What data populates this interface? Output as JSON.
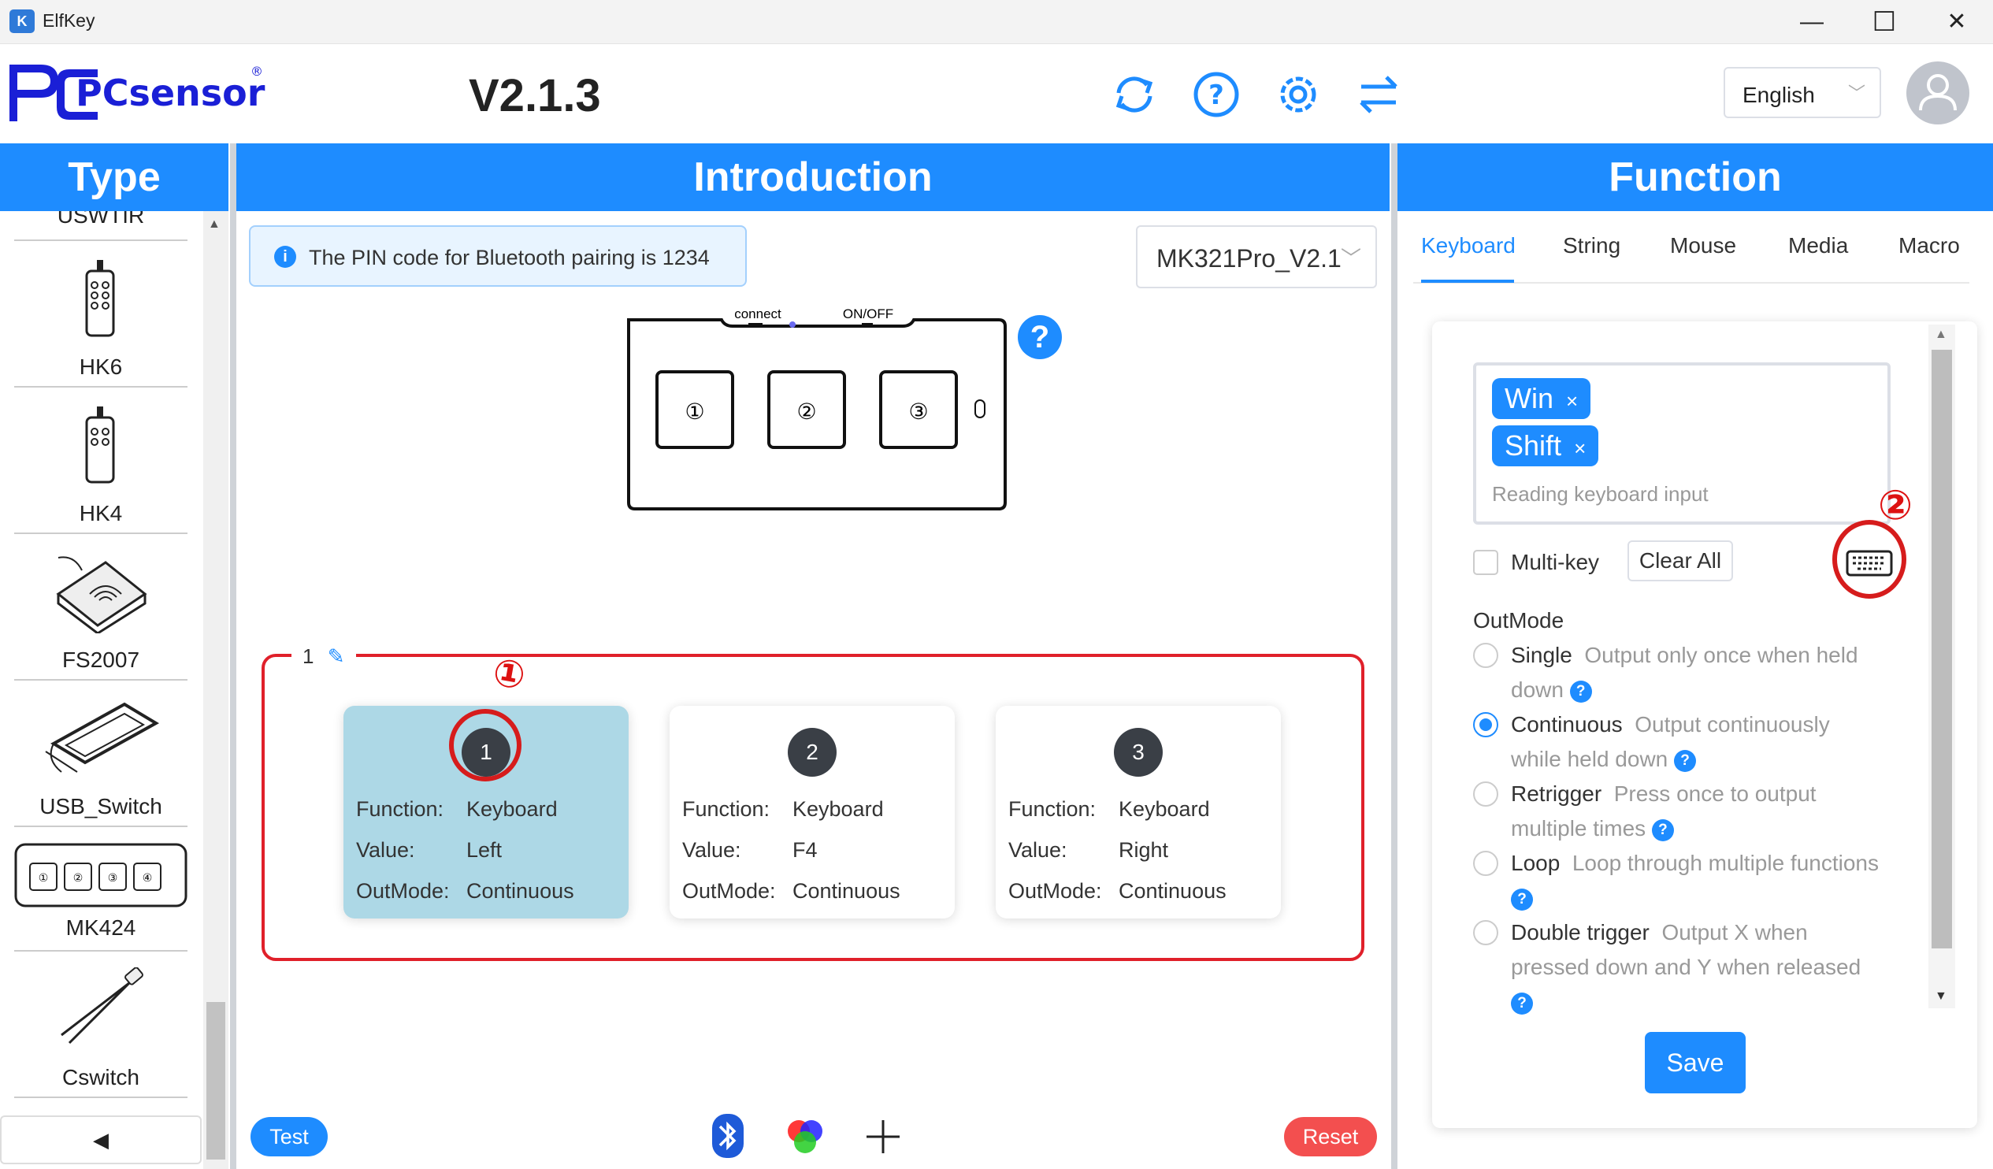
{
  "window": {
    "title": "ElfKey",
    "app_icon": "K",
    "minimize": "—",
    "maximize": "☐",
    "close": "✕"
  },
  "header": {
    "logo": "PCsensor",
    "version": "V2.1.3",
    "language": "English"
  },
  "panels": {
    "left_title": "Type",
    "center_title": "Introduction",
    "right_title": "Function"
  },
  "sidebar": {
    "items": [
      {
        "label": "USWTIR",
        "icon": "uswtir-icon"
      },
      {
        "label": "HK6",
        "icon": "six-button-remote-icon"
      },
      {
        "label": "HK4",
        "icon": "four-button-remote-icon"
      },
      {
        "label": "FS2007",
        "icon": "foot-pedal-icon"
      },
      {
        "label": "USB_Switch",
        "icon": "usb-switch-icon"
      },
      {
        "label": "MK424",
        "icon": "four-key-pad-icon"
      },
      {
        "label": "Cswitch",
        "icon": "cable-switch-icon"
      }
    ],
    "collapse": "◀"
  },
  "center": {
    "pin_alert": "The PIN code for Bluetooth pairing is 1234",
    "pin_icon": "i",
    "model": "MK321Pro_V2.1",
    "diagram": {
      "connect": "connect",
      "onoff": "ON/OFF",
      "keys": [
        "①",
        "②",
        "③"
      ],
      "help": "?"
    },
    "group": {
      "label": "1"
    },
    "keys": [
      {
        "num": "1",
        "function_label": "Function:",
        "function": "Keyboard",
        "value_label": "Value:",
        "value": "Left",
        "outmode_label": "OutMode:",
        "outmode": "Continuous"
      },
      {
        "num": "2",
        "function_label": "Function:",
        "function": "Keyboard",
        "value_label": "Value:",
        "value": "F4",
        "outmode_label": "OutMode:",
        "outmode": "Continuous"
      },
      {
        "num": "3",
        "function_label": "Function:",
        "function": "Keyboard",
        "value_label": "Value:",
        "value": "Right",
        "outmode_label": "OutMode:",
        "outmode": "Continuous"
      }
    ],
    "test_label": "Test",
    "reset_label": "Reset",
    "annotation1": "①"
  },
  "function": {
    "tabs": [
      "Keyboard",
      "String",
      "Mouse",
      "Media",
      "Macro"
    ],
    "tags": [
      "Win",
      "Shift"
    ],
    "tag_close": "×",
    "placeholder": "Reading keyboard input",
    "multikey": "Multi-key",
    "clear_all": "Clear All",
    "annotation2": "②",
    "outmode_title": "OutMode",
    "options": [
      {
        "name": "Single",
        "desc": "Output only once when held down",
        "checked": false
      },
      {
        "name": "Continuous",
        "desc": "Output continuously while held down",
        "checked": true
      },
      {
        "name": "Retrigger",
        "desc": "Press once to output multiple times",
        "checked": false
      },
      {
        "name": "Loop",
        "desc": "Loop through multiple functions",
        "checked": false
      },
      {
        "name": "Double trigger",
        "desc": "Output X when pressed down and Y when released",
        "checked": false
      }
    ],
    "help_mark": "?",
    "save": "Save"
  },
  "colors": {
    "accent": "#1e8cff",
    "annotation": "#d61c1c",
    "active_card": "#add8e6",
    "reset": "#f34f4f"
  }
}
